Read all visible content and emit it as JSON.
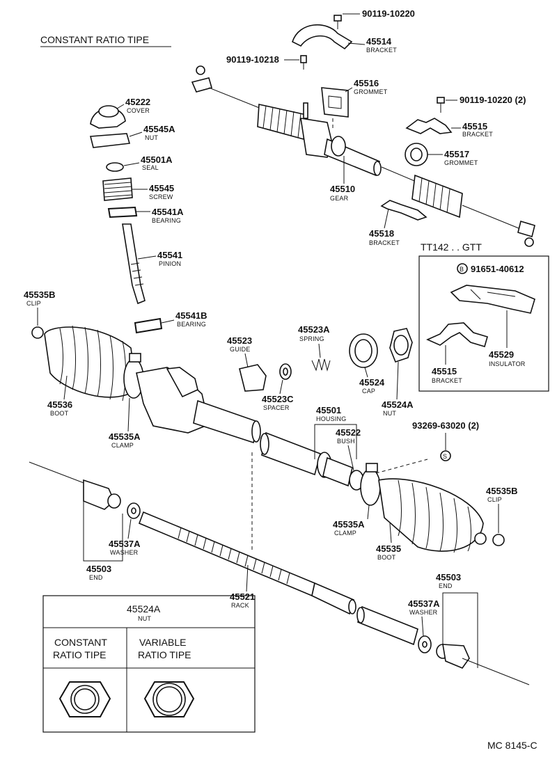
{
  "title": "CONSTANT RATIO TIPE",
  "diagram_code": "MC 8145-C",
  "inset": {
    "title": "TT142 . . GTT",
    "symbol_b": "B",
    "parts": [
      {
        "num": "91651-40612",
        "name": ""
      },
      {
        "num": "45529",
        "name": "INSULATOR"
      },
      {
        "num": "45515",
        "name": "BRACKET"
      }
    ]
  },
  "symbol_s": "S",
  "table": {
    "header_num": "45524A",
    "header_name": "NUT",
    "col1_line1": "CONSTANT",
    "col1_line2": "RATIO TIPE",
    "col2_line1": "VARIABLE",
    "col2_line2": "RATIO TIPE"
  },
  "parts": {
    "p90119_10220": {
      "num": "90119-10220",
      "name": ""
    },
    "p45514": {
      "num": "45514",
      "name": "BRACKET"
    },
    "p90119_10218": {
      "num": "90119-10218",
      "name": ""
    },
    "p45516": {
      "num": "45516",
      "name": "GROMMET"
    },
    "p90119_10220_2": {
      "num": "90119-10220 (2)",
      "name": ""
    },
    "p45515": {
      "num": "45515",
      "name": "BRACKET"
    },
    "p45517": {
      "num": "45517",
      "name": "GROMMET"
    },
    "p45510": {
      "num": "45510",
      "name": "GEAR"
    },
    "p45518": {
      "num": "45518",
      "name": "BRACKET"
    },
    "p45222": {
      "num": "45222",
      "name": "COVER"
    },
    "p45545A": {
      "num": "45545A",
      "name": "NUT"
    },
    "p45501A": {
      "num": "45501A",
      "name": "SEAL"
    },
    "p45545": {
      "num": "45545",
      "name": "SCREW"
    },
    "p45541A": {
      "num": "45541A",
      "name": "BEARING"
    },
    "p45541": {
      "num": "45541",
      "name": "PINION"
    },
    "p45541B": {
      "num": "45541B",
      "name": "BEARING"
    },
    "p45535B_left": {
      "num": "45535B",
      "name": "CLIP"
    },
    "p45536": {
      "num": "45536",
      "name": "BOOT"
    },
    "p45535A_left": {
      "num": "45535A",
      "name": "CLAMP"
    },
    "p45523": {
      "num": "45523",
      "name": "GUIDE"
    },
    "p45523A": {
      "num": "45523A",
      "name": "SPRING"
    },
    "p45523C": {
      "num": "45523C",
      "name": "SPACER"
    },
    "p45524": {
      "num": "45524",
      "name": "CAP"
    },
    "p45524A": {
      "num": "45524A",
      "name": "NUT"
    },
    "p45501": {
      "num": "45501",
      "name": "HOUSING"
    },
    "p45522": {
      "num": "45522",
      "name": "BUSH"
    },
    "p93269_63020": {
      "num": "93269-63020 (2)",
      "name": ""
    },
    "p45535B_right": {
      "num": "45535B",
      "name": "CLIP"
    },
    "p45535A_right": {
      "num": "45535A",
      "name": "CLAMP"
    },
    "p45535": {
      "num": "45535",
      "name": "BOOT"
    },
    "p45537A_left": {
      "num": "45537A",
      "name": "WASHER"
    },
    "p45503_left": {
      "num": "45503",
      "name": "END"
    },
    "p45521": {
      "num": "45521",
      "name": "RACK"
    },
    "p45503_right": {
      "num": "45503",
      "name": "END"
    },
    "p45537A_right": {
      "num": "45537A",
      "name": "WASHER"
    }
  }
}
